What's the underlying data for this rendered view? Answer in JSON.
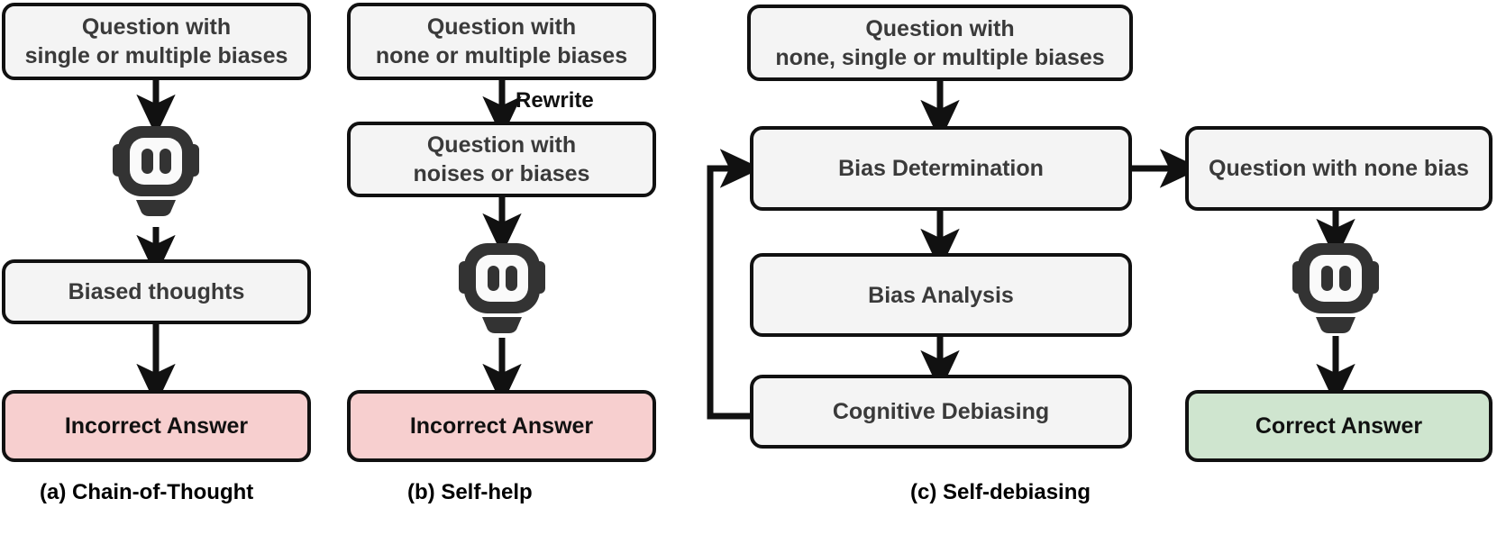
{
  "figure": {
    "type": "flow-diagram",
    "background": "#ffffff",
    "box_fill_default": "#f4f4f4",
    "box_fill_incorrect": "#f7cfcf",
    "box_fill_correct": "#cfe5cf",
    "stroke": "#111111",
    "text_color": "#3a3a3a",
    "answer_text_color": "#111111"
  },
  "panels": [
    {
      "id": "a",
      "caption": "(a) Chain-of-Thought",
      "nodes": [
        {
          "id": "a-question",
          "text": "Question with\nsingle or multiple biases",
          "line1": "Question with",
          "line2": "single or multiple biases",
          "kind": "neutral"
        },
        {
          "id": "a-llm",
          "text": "",
          "kind": "robot",
          "icon": "robot-icon"
        },
        {
          "id": "a-thoughts",
          "text": "Biased thoughts",
          "kind": "neutral"
        },
        {
          "id": "a-answer",
          "text": "Incorrect Answer",
          "kind": "incorrect"
        }
      ],
      "edges": [
        {
          "from": "a-question",
          "to": "a-llm",
          "label": ""
        },
        {
          "from": "a-llm",
          "to": "a-thoughts",
          "label": ""
        },
        {
          "from": "a-thoughts",
          "to": "a-answer",
          "label": ""
        }
      ]
    },
    {
      "id": "b",
      "caption": "(b) Self-help",
      "nodes": [
        {
          "id": "b-question",
          "text": "Question with\nnone or multiple biases",
          "line1": "Question with",
          "line2": "none or multiple biases",
          "kind": "neutral"
        },
        {
          "id": "b-rewritten",
          "text": "Question with\nnoises or biases",
          "line1": "Question with",
          "line2": "noises or biases",
          "kind": "neutral"
        },
        {
          "id": "b-llm",
          "text": "",
          "kind": "robot",
          "icon": "robot-icon"
        },
        {
          "id": "b-answer",
          "text": "Incorrect Answer",
          "kind": "incorrect"
        }
      ],
      "edges": [
        {
          "from": "b-question",
          "to": "b-rewritten",
          "label": "Rewrite"
        },
        {
          "from": "b-rewritten",
          "to": "b-llm",
          "label": ""
        },
        {
          "from": "b-llm",
          "to": "b-answer",
          "label": ""
        }
      ]
    },
    {
      "id": "c",
      "caption": "(c) Self-debiasing",
      "nodes": [
        {
          "id": "c-question",
          "text": "Question with\nnone, single or multiple biases",
          "line1": "Question with",
          "line2": "none, single or multiple biases",
          "kind": "neutral"
        },
        {
          "id": "c-determination",
          "text": "Bias Determination",
          "kind": "neutral"
        },
        {
          "id": "c-analysis",
          "text": "Bias Analysis",
          "kind": "neutral"
        },
        {
          "id": "c-debiasing",
          "text": "Cognitive Debiasing",
          "kind": "neutral"
        },
        {
          "id": "c-clean-question",
          "text": "Question with none bias",
          "kind": "neutral"
        },
        {
          "id": "c-llm",
          "text": "",
          "kind": "robot",
          "icon": "robot-icon"
        },
        {
          "id": "c-answer",
          "text": "Correct Answer",
          "kind": "correct"
        }
      ],
      "edges": [
        {
          "from": "c-question",
          "to": "c-determination",
          "label": ""
        },
        {
          "from": "c-determination",
          "to": "c-analysis",
          "label": ""
        },
        {
          "from": "c-analysis",
          "to": "c-debiasing",
          "label": ""
        },
        {
          "from": "c-debiasing",
          "to": "c-determination",
          "label": "",
          "style": "feedback-loop"
        },
        {
          "from": "c-determination",
          "to": "c-clean-question",
          "label": ""
        },
        {
          "from": "c-clean-question",
          "to": "c-llm",
          "label": ""
        },
        {
          "from": "c-llm",
          "to": "c-answer",
          "label": ""
        }
      ]
    }
  ],
  "labels": {
    "rewrite": "Rewrite"
  }
}
